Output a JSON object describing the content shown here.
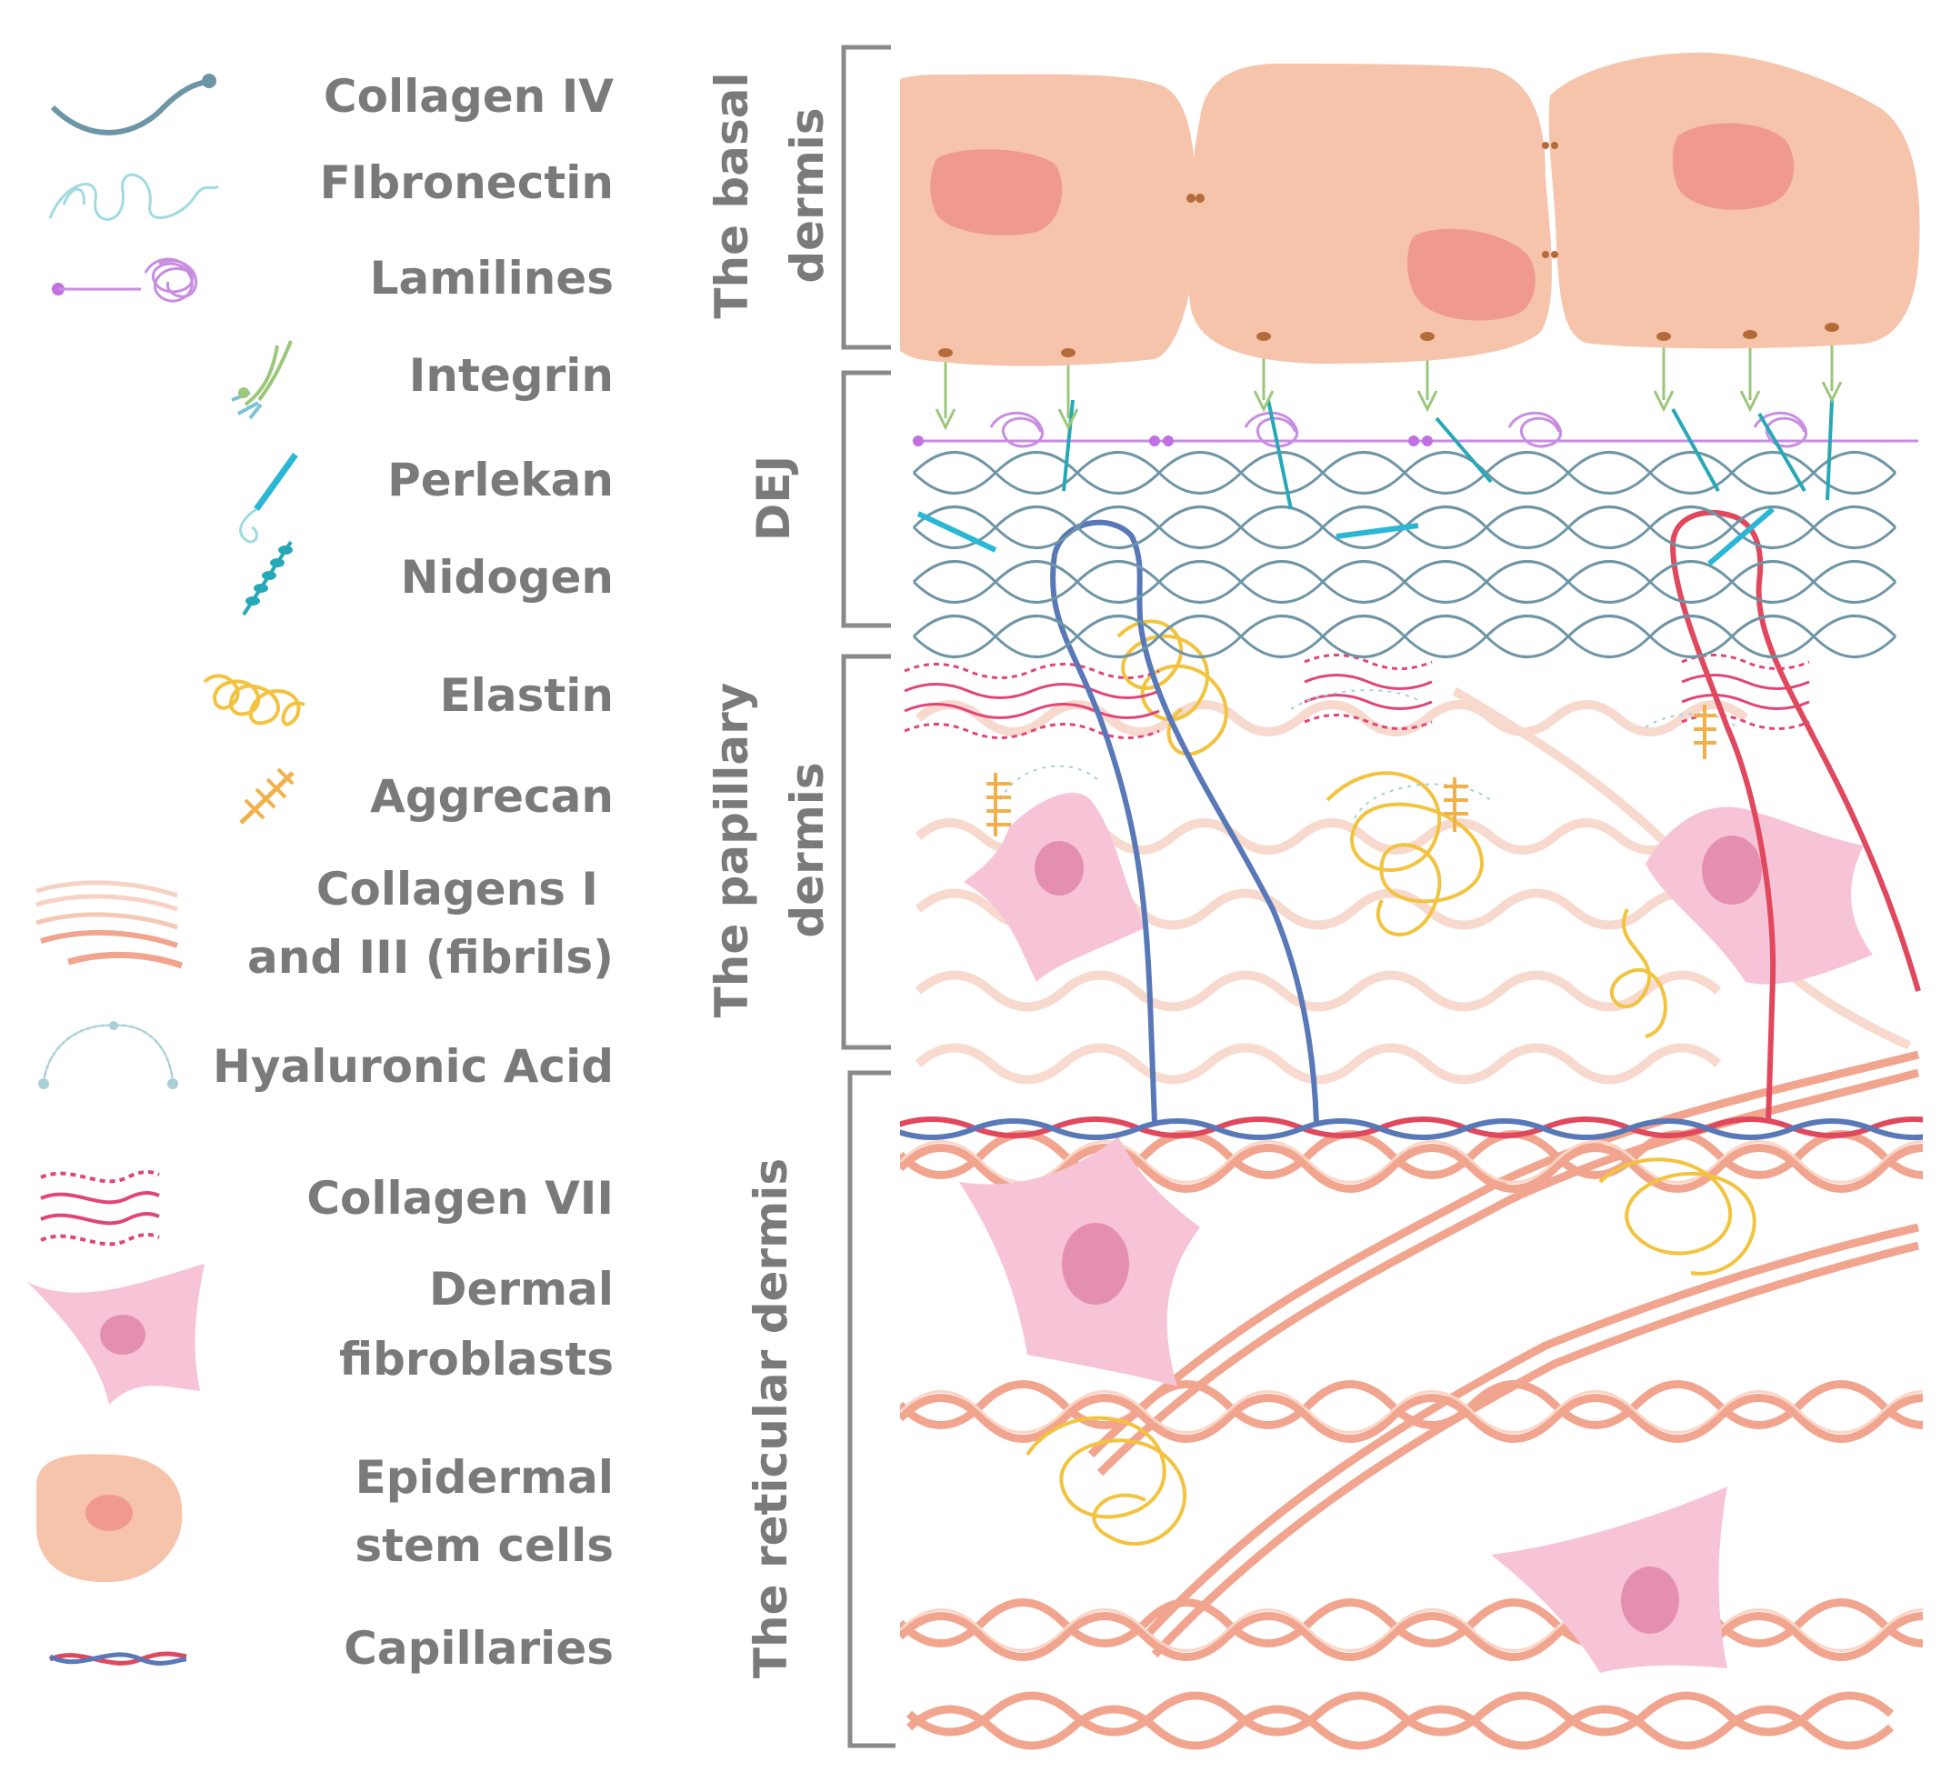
{
  "legend": {
    "items": [
      {
        "label": "Collagen IV",
        "icon": "collagen-iv-icon"
      },
      {
        "label": "FIbronectin",
        "icon": "fibronectin-icon"
      },
      {
        "label": "Lamilines",
        "icon": "laminin-icon"
      },
      {
        "label": "Integrin",
        "icon": "integrin-icon"
      },
      {
        "label": "Perlekan",
        "icon": "perlecan-icon"
      },
      {
        "label": "Nidogen",
        "icon": "nidogen-icon"
      },
      {
        "label": "Elastin",
        "icon": "elastin-icon"
      },
      {
        "label": "Aggrecan",
        "icon": "aggrecan-icon"
      },
      {
        "label_line1": "Collagens I",
        "label_line2": "and III (fibrils)",
        "icon": "collagen-fibrils-icon"
      },
      {
        "label": "Hyaluronic Acid",
        "icon": "hyaluronic-acid-icon"
      },
      {
        "label": "Collagen VII",
        "icon": "collagen-vii-icon"
      },
      {
        "label_line1": "Dermal",
        "label_line2": "fibroblasts",
        "icon": "fibroblast-icon"
      },
      {
        "label_line1": "Epidermal",
        "label_line2": "stem cells",
        "icon": "stem-cell-icon"
      },
      {
        "label": "Capillaries",
        "icon": "capillaries-icon"
      }
    ]
  },
  "layers": {
    "basal": {
      "line1": "The basal",
      "line2": "dermis"
    },
    "dej": {
      "line1": "DEJ"
    },
    "papillary": {
      "line1": "The papillary",
      "line2": "dermis"
    },
    "reticular": {
      "line1": "The reticular dermis"
    }
  },
  "colors": {
    "label_gray": "#7a7a7a",
    "stem_cell": "#f6c4ab",
    "stem_nucleus": "#ef9a8c",
    "fibroblast": "#f7c3d7",
    "fibroblast_nucleus": "#e58fb0",
    "collagen_iv": "#6e95a6",
    "elastin": "#f2c33e",
    "collagen_fibril": "#f1a48e",
    "capillary_red": "#e0485d",
    "capillary_blue": "#5878b8",
    "collagen_vii": "#e0457a",
    "laminin": "#c88de0",
    "nidogen": "#27a8b6",
    "perlecan": "#2ab7d6"
  }
}
